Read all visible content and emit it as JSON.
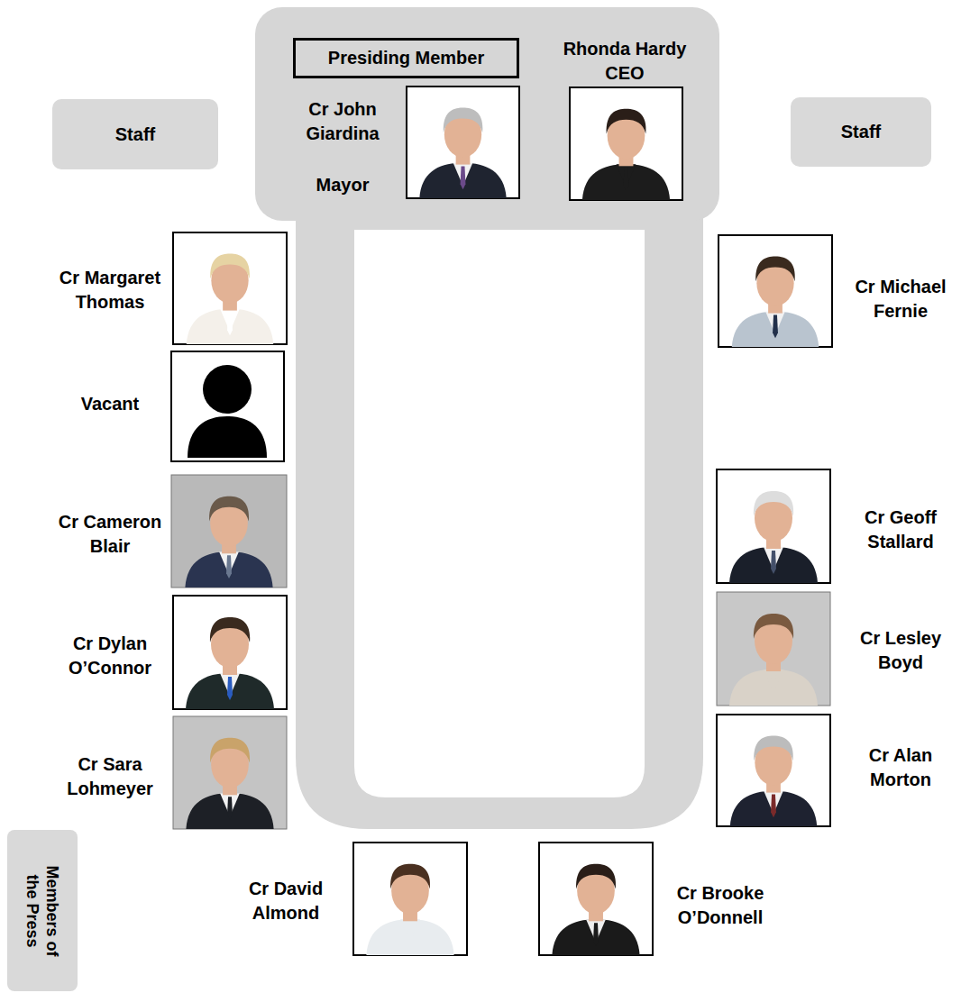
{
  "diagram": {
    "nodes": [
      {
        "text": [
          "Staff"
        ]
      },
      {
        "text": [
          "Presiding Member"
        ]
      },
      {
        "text": [
          "Cr John Giardina",
          "Mayor"
        ]
      },
      {
        "text": [
          "Rhonda Hardy",
          "CEO"
        ]
      },
      {
        "text": [
          "Staff"
        ]
      },
      {
        "text": [
          "Cr Margaret Thomas"
        ]
      },
      {
        "text": [
          "Cr Michael Fernie"
        ]
      },
      {
        "text": [
          "Vacant"
        ]
      },
      {
        "text": [
          "Cr Cameron Blair"
        ]
      },
      {
        "text": [
          "Cr Geoff Stallard"
        ]
      },
      {
        "text": [
          "Cr Dylan O’Connor"
        ]
      },
      {
        "text": [
          "Cr Lesley Boyd"
        ]
      },
      {
        "text": [
          "Cr Sara Lohmeyer"
        ]
      },
      {
        "text": [
          "Cr Alan Morton"
        ]
      },
      {
        "text": [
          "Members of the Press"
        ]
      },
      {
        "text": [
          "Cr David Almond"
        ]
      },
      {
        "text": [
          "Cr Brooke O’Donnell"
        ]
      }
    ]
  }
}
